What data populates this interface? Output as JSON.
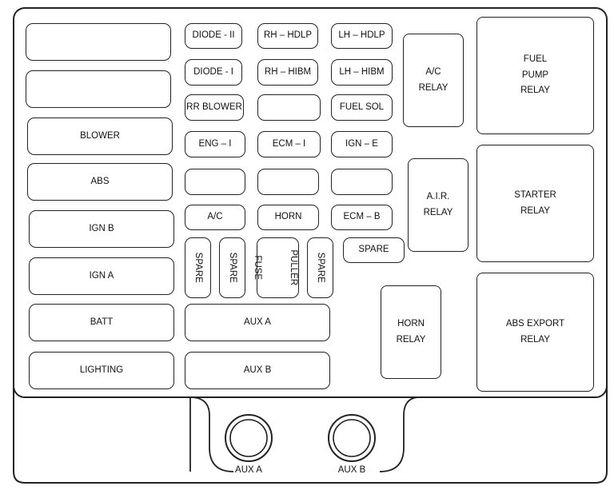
{
  "left_column": [
    "",
    "",
    "BLOWER",
    "ABS",
    "IGN B",
    "IGN A",
    "BATT",
    "LIGHTING"
  ],
  "mini_fuses": {
    "diode_ii": "DIODE - II",
    "rh_hdlp": "RH – HDLP",
    "lh_hdlp": "LH – HDLP",
    "diode_i": "DIODE - I",
    "rh_hibm": "RH – HIBM",
    "lh_hibm": "LH – HIBM",
    "rr_blower": "RR BLOWER",
    "blank_1": "",
    "fuel_sol": "FUEL SOL",
    "eng_i": "ENG – I",
    "ecm_i": "ECM – I",
    "ign_e": "IGN – E",
    "blank_2": "",
    "blank_3": "",
    "blank_4": "",
    "ac": "A/C",
    "horn": "HORN",
    "ecm_b": "ECM – B",
    "spare_h": "SPARE"
  },
  "vertical": {
    "spare_1": "SPARE",
    "spare_2": "SPARE",
    "fuse_puller_1": "FUSE",
    "fuse_puller_2": "PULLER",
    "spare_3": "SPARE"
  },
  "aux_fuses": {
    "aux_a": "AUX A",
    "aux_b": "AUX B"
  },
  "relays": {
    "ac": [
      "A/C",
      "RELAY"
    ],
    "air": [
      "A.I.R.",
      "RELAY"
    ],
    "horn": [
      "HORN",
      "RELAY"
    ],
    "fuel_pump": [
      "FUEL",
      "PUMP",
      "RELAY"
    ],
    "starter": [
      "STARTER",
      "RELAY"
    ],
    "abs_export": [
      "ABS EXPORT",
      "RELAY"
    ]
  },
  "terminals": {
    "aux_a": "AUX A",
    "aux_b": "AUX B"
  }
}
